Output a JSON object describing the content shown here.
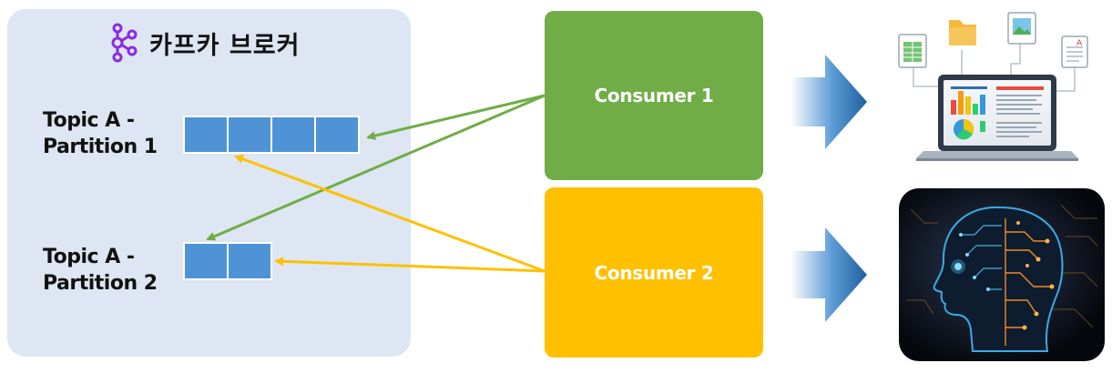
{
  "broker": {
    "title": "카프카 브로커",
    "logo_icon": "kafka-logo-icon",
    "partitions": [
      {
        "label_line1": "Topic A -",
        "label_line2": "Partition 1",
        "cells": 4
      },
      {
        "label_line1": "Topic A -",
        "label_line2": "Partition 2",
        "cells": 2
      }
    ]
  },
  "consumers": [
    {
      "label": "Consumer 1",
      "color": "#70ad47"
    },
    {
      "label": "Consumer 2",
      "color": "#ffc000"
    }
  ],
  "outputs": [
    {
      "icon": "laptop-dashboard-icon"
    },
    {
      "icon": "ai-brain-icon"
    }
  ],
  "colors": {
    "broker_bg": "#dde6f2",
    "cell": "#4f93d7",
    "consumer1_arrow": "#70ad47",
    "consumer2_arrow": "#ffc000",
    "flow_arrow": "#2e75b6",
    "logo": "#8b2be2"
  }
}
